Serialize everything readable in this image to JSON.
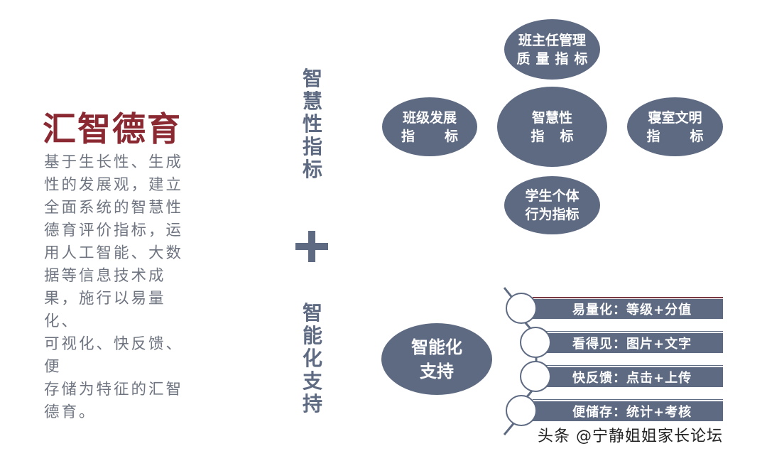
{
  "left_panel": {
    "title": "汇智德育",
    "body_lines": [
      "基于生长性、生成",
      "性的发展观，建立",
      "全面系统的智慧性",
      "德育评价指标，运",
      "用人工智能、大数",
      "据等信息技术成",
      "果，施行以易量化、",
      "可视化、快反馈、便",
      "存储为特征的汇智",
      "德育。"
    ]
  },
  "middle": {
    "top_label_chars": [
      "智",
      "慧",
      "性",
      "指",
      "标"
    ],
    "plus_symbol": "+",
    "bottom_label_chars": [
      "智",
      "能",
      "化",
      "支",
      "持"
    ]
  },
  "indicators": {
    "center": {
      "line1": "智慧性",
      "line2": [
        "指",
        "标"
      ]
    },
    "top": {
      "line1": "班主任管理",
      "line2": [
        "质",
        "量",
        "指",
        "标"
      ]
    },
    "left": {
      "line1": "班级发展",
      "line2": [
        "指",
        "标"
      ]
    },
    "right": {
      "line1": "寝室文明",
      "line2": [
        "指",
        "标"
      ]
    },
    "bottom": {
      "line1": "学生个体",
      "line2": [
        "行为指标"
      ]
    }
  },
  "intelligent_support": {
    "label_line1": "智能化",
    "label_line2": "支持",
    "features": [
      {
        "label": "易量化：等级+分值"
      },
      {
        "label": "看得见：图片+文字"
      },
      {
        "label": "快反馈：点击+上传"
      },
      {
        "label": "便储存：统计+考核"
      }
    ]
  },
  "colors": {
    "title_red": "#8b2932",
    "slate_blue": "#5d6a82",
    "body_gray": "#6e7480"
  },
  "watermark": "头条 @宁静姐姐家长论坛"
}
